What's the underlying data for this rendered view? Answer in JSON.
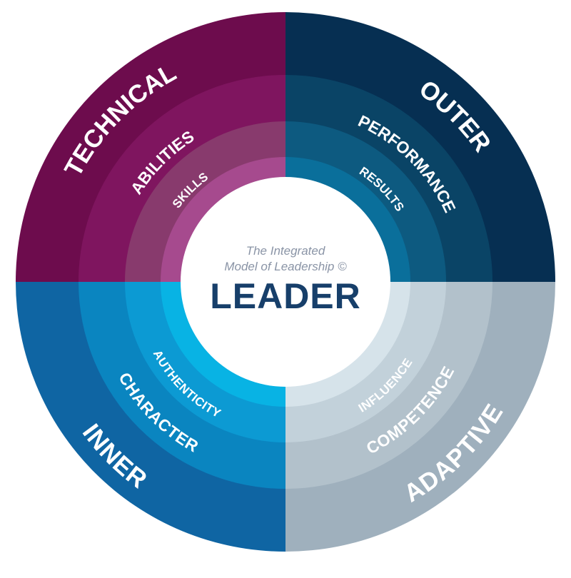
{
  "center": {
    "subtitle_line1": "The Integrated",
    "subtitle_line2": "Model of Leadership ©",
    "title": "LEADER"
  },
  "quadrants": [
    {
      "key": "technical",
      "outer": "TECHNICAL",
      "middle": "ABILITIES",
      "inner": "SKILLS",
      "colors": {
        "outer": "#6d0c4d",
        "middle": "#7f155f",
        "band": "#883a6d",
        "inner": "#a64a8e"
      }
    },
    {
      "key": "outer",
      "outer": "OUTER",
      "middle": "PERFORMANCE",
      "inner": "RESULTS",
      "colors": {
        "outer": "#062f52",
        "middle": "#0a4466",
        "band": "#0d5a80",
        "inner": "#0a6f9b"
      }
    },
    {
      "key": "adaptive",
      "outer": "ADAPTIVE",
      "middle": "COMPETENCE",
      "inner": "INFLUENCE",
      "colors": {
        "outer": "#9fb0bd",
        "middle": "#b2c1cb",
        "band": "#c2d1da",
        "inner": "#d6e3ea"
      }
    },
    {
      "key": "inner",
      "outer": "INNER",
      "middle": "CHARACTER",
      "inner": "AUTHENTICITY",
      "colors": {
        "outer": "#0f65a3",
        "middle": "#0a85c0",
        "band": "#0c9ad3",
        "inner": "#08b3e4"
      }
    }
  ]
}
